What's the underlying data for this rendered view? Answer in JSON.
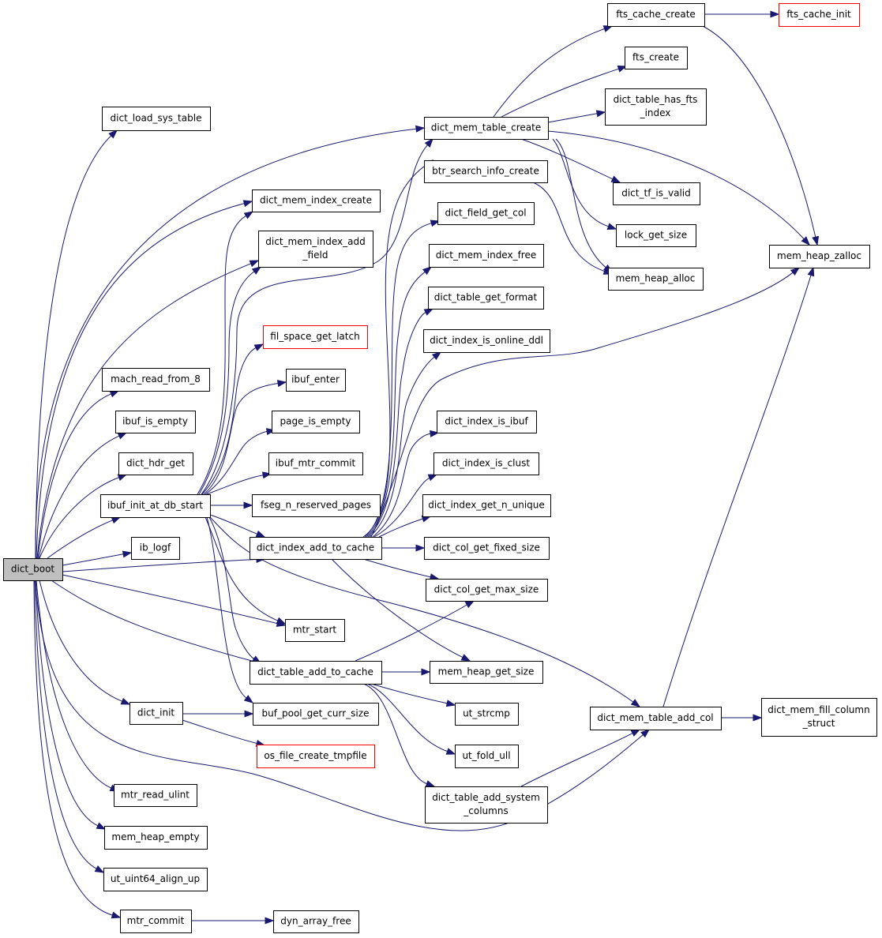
{
  "graph": {
    "colors": {
      "edge": "#191970",
      "node_border": "#000000",
      "external_border": "#ff0000",
      "root_fill": "#bfbfbf"
    },
    "nodes": {
      "dict_boot": {
        "lines": [
          "dict_boot"
        ],
        "root": true
      },
      "dict_load_sys_table": {
        "lines": [
          "dict_load_sys_table"
        ]
      },
      "dict_mem_table_create": {
        "lines": [
          "dict_mem_table_create"
        ]
      },
      "dict_mem_index_create": {
        "lines": [
          "dict_mem_index_create"
        ]
      },
      "dict_mem_index_add_field": {
        "lines": [
          "dict_mem_index_add",
          "_field"
        ]
      },
      "fil_space_get_latch": {
        "lines": [
          "fil_space_get_latch"
        ],
        "external": true
      },
      "ibuf_enter": {
        "lines": [
          "ibuf_enter"
        ]
      },
      "page_is_empty": {
        "lines": [
          "page_is_empty"
        ]
      },
      "ibuf_mtr_commit": {
        "lines": [
          "ibuf_mtr_commit"
        ]
      },
      "fseg_n_reserved_pages": {
        "lines": [
          "fseg_n_reserved_pages"
        ]
      },
      "mach_read_from_8": {
        "lines": [
          "mach_read_from_8"
        ]
      },
      "ibuf_is_empty": {
        "lines": [
          "ibuf_is_empty"
        ]
      },
      "dict_hdr_get": {
        "lines": [
          "dict_hdr_get"
        ]
      },
      "ibuf_init_at_db_start": {
        "lines": [
          "ibuf_init_at_db_start"
        ]
      },
      "ib_logf": {
        "lines": [
          "ib_logf"
        ]
      },
      "dict_index_add_to_cache": {
        "lines": [
          "dict_index_add_to_cache"
        ]
      },
      "mtr_start": {
        "lines": [
          "mtr_start"
        ]
      },
      "dict_table_add_to_cache": {
        "lines": [
          "dict_table_add_to_cache"
        ]
      },
      "dict_init": {
        "lines": [
          "dict_init"
        ]
      },
      "buf_pool_get_curr_size": {
        "lines": [
          "buf_pool_get_curr_size"
        ]
      },
      "os_file_create_tmpfile": {
        "lines": [
          "os_file_create_tmpfile"
        ],
        "external": true
      },
      "mtr_read_ulint": {
        "lines": [
          "mtr_read_ulint"
        ]
      },
      "mem_heap_empty": {
        "lines": [
          "mem_heap_empty"
        ]
      },
      "ut_uint64_align_up": {
        "lines": [
          "ut_uint64_align_up"
        ]
      },
      "mtr_commit": {
        "lines": [
          "mtr_commit"
        ]
      },
      "dyn_array_free": {
        "lines": [
          "dyn_array_free"
        ]
      },
      "btr_search_info_create": {
        "lines": [
          "btr_search_info_create"
        ]
      },
      "dict_field_get_col": {
        "lines": [
          "dict_field_get_col"
        ]
      },
      "dict_mem_index_free": {
        "lines": [
          "dict_mem_index_free"
        ]
      },
      "dict_table_get_format": {
        "lines": [
          "dict_table_get_format"
        ]
      },
      "dict_index_is_online_ddl": {
        "lines": [
          "dict_index_is_online_ddl"
        ]
      },
      "dict_index_is_ibuf": {
        "lines": [
          "dict_index_is_ibuf"
        ]
      },
      "dict_index_is_clust": {
        "lines": [
          "dict_index_is_clust"
        ]
      },
      "dict_index_get_n_unique": {
        "lines": [
          "dict_index_get_n_unique"
        ]
      },
      "dict_col_get_fixed_size": {
        "lines": [
          "dict_col_get_fixed_size"
        ]
      },
      "dict_col_get_max_size": {
        "lines": [
          "dict_col_get_max_size"
        ]
      },
      "mem_heap_get_size": {
        "lines": [
          "mem_heap_get_size"
        ]
      },
      "ut_strcmp": {
        "lines": [
          "ut_strcmp"
        ]
      },
      "ut_fold_ull": {
        "lines": [
          "ut_fold_ull"
        ]
      },
      "dict_table_add_system_columns": {
        "lines": [
          "dict_table_add_system",
          "_columns"
        ]
      },
      "fts_cache_create": {
        "lines": [
          "fts_cache_create"
        ]
      },
      "fts_cache_init": {
        "lines": [
          "fts_cache_init"
        ],
        "external": true
      },
      "fts_create": {
        "lines": [
          "fts_create"
        ]
      },
      "dict_table_has_fts_index": {
        "lines": [
          "dict_table_has_fts",
          "_index"
        ]
      },
      "dict_tf_is_valid": {
        "lines": [
          "dict_tf_is_valid"
        ]
      },
      "lock_get_size": {
        "lines": [
          "lock_get_size"
        ]
      },
      "mem_heap_alloc": {
        "lines": [
          "mem_heap_alloc"
        ]
      },
      "mem_heap_zalloc": {
        "lines": [
          "mem_heap_zalloc"
        ]
      },
      "dict_mem_table_add_col": {
        "lines": [
          "dict_mem_table_add_col"
        ]
      },
      "dict_mem_fill_column_struct": {
        "lines": [
          "dict_mem_fill_column",
          "_struct"
        ]
      }
    },
    "edges": [
      [
        "dict_boot",
        "dict_load_sys_table"
      ],
      [
        "dict_boot",
        "dict_mem_table_create"
      ],
      [
        "dict_boot",
        "dict_mem_index_create"
      ],
      [
        "dict_boot",
        "dict_mem_index_add_field"
      ],
      [
        "dict_boot",
        "mach_read_from_8"
      ],
      [
        "dict_boot",
        "ibuf_is_empty"
      ],
      [
        "dict_boot",
        "dict_hdr_get"
      ],
      [
        "dict_boot",
        "ibuf_init_at_db_start"
      ],
      [
        "dict_boot",
        "ib_logf"
      ],
      [
        "dict_boot",
        "dict_index_add_to_cache"
      ],
      [
        "dict_boot",
        "mtr_start"
      ],
      [
        "dict_boot",
        "dict_table_add_to_cache"
      ],
      [
        "dict_boot",
        "dict_init"
      ],
      [
        "dict_boot",
        "dict_mem_table_add_col"
      ],
      [
        "dict_boot",
        "mtr_read_ulint"
      ],
      [
        "dict_boot",
        "mem_heap_empty"
      ],
      [
        "dict_boot",
        "ut_uint64_align_up"
      ],
      [
        "dict_boot",
        "mtr_commit"
      ],
      [
        "ibuf_init_at_db_start",
        "dict_mem_table_create"
      ],
      [
        "ibuf_init_at_db_start",
        "dict_mem_index_create"
      ],
      [
        "ibuf_init_at_db_start",
        "dict_mem_index_add_field"
      ],
      [
        "ibuf_init_at_db_start",
        "fil_space_get_latch"
      ],
      [
        "ibuf_init_at_db_start",
        "ibuf_enter"
      ],
      [
        "ibuf_init_at_db_start",
        "page_is_empty"
      ],
      [
        "ibuf_init_at_db_start",
        "ibuf_mtr_commit"
      ],
      [
        "ibuf_init_at_db_start",
        "fseg_n_reserved_pages"
      ],
      [
        "ibuf_init_at_db_start",
        "dict_index_add_to_cache"
      ],
      [
        "ibuf_init_at_db_start",
        "mtr_start"
      ],
      [
        "ibuf_init_at_db_start",
        "dict_table_add_to_cache"
      ],
      [
        "ibuf_init_at_db_start",
        "buf_pool_get_curr_size"
      ],
      [
        "ibuf_init_at_db_start",
        "dict_mem_table_add_col"
      ],
      [
        "dict_init",
        "buf_pool_get_curr_size"
      ],
      [
        "dict_init",
        "os_file_create_tmpfile"
      ],
      [
        "mtr_commit",
        "dyn_array_free"
      ],
      [
        "dict_index_add_to_cache",
        "btr_search_info_create"
      ],
      [
        "dict_index_add_to_cache",
        "dict_field_get_col"
      ],
      [
        "dict_index_add_to_cache",
        "dict_mem_index_free"
      ],
      [
        "dict_index_add_to_cache",
        "dict_table_get_format"
      ],
      [
        "dict_index_add_to_cache",
        "dict_index_is_online_ddl"
      ],
      [
        "dict_index_add_to_cache",
        "mem_heap_zalloc"
      ],
      [
        "dict_index_add_to_cache",
        "dict_index_is_ibuf"
      ],
      [
        "dict_index_add_to_cache",
        "dict_index_is_clust"
      ],
      [
        "dict_index_add_to_cache",
        "dict_index_get_n_unique"
      ],
      [
        "dict_index_add_to_cache",
        "dict_col_get_fixed_size"
      ],
      [
        "dict_index_add_to_cache",
        "dict_col_get_max_size"
      ],
      [
        "dict_index_add_to_cache",
        "mem_heap_get_size"
      ],
      [
        "dict_table_add_to_cache",
        "dict_col_get_max_size"
      ],
      [
        "dict_table_add_to_cache",
        "mem_heap_get_size"
      ],
      [
        "dict_table_add_to_cache",
        "ut_strcmp"
      ],
      [
        "dict_table_add_to_cache",
        "ut_fold_ull"
      ],
      [
        "dict_table_add_to_cache",
        "dict_table_add_system_columns"
      ],
      [
        "dict_table_add_system_columns",
        "dict_mem_table_add_col"
      ],
      [
        "dict_mem_table_create",
        "fts_cache_create"
      ],
      [
        "dict_mem_table_create",
        "fts_create"
      ],
      [
        "dict_mem_table_create",
        "dict_table_has_fts_index"
      ],
      [
        "dict_mem_table_create",
        "dict_tf_is_valid"
      ],
      [
        "dict_mem_table_create",
        "lock_get_size"
      ],
      [
        "dict_mem_table_create",
        "mem_heap_alloc"
      ],
      [
        "dict_mem_table_create",
        "mem_heap_zalloc"
      ],
      [
        "btr_search_info_create",
        "mem_heap_alloc"
      ],
      [
        "fts_cache_create",
        "fts_cache_init"
      ],
      [
        "fts_cache_create",
        "mem_heap_zalloc"
      ],
      [
        "dict_mem_table_add_col",
        "mem_heap_zalloc"
      ],
      [
        "dict_mem_table_add_col",
        "dict_mem_fill_column_struct"
      ]
    ]
  }
}
